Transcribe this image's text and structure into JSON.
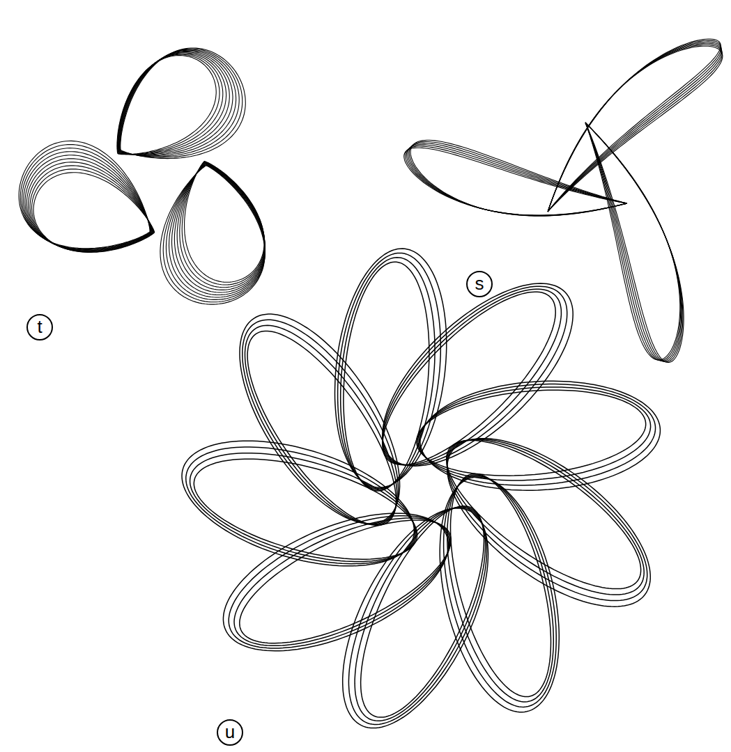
{
  "diagram": {
    "nodes": [
      {
        "text": [
          "t"
        ]
      },
      {
        "text": [
          "s"
        ]
      },
      {
        "text": [
          "u"
        ]
      }
    ]
  }
}
